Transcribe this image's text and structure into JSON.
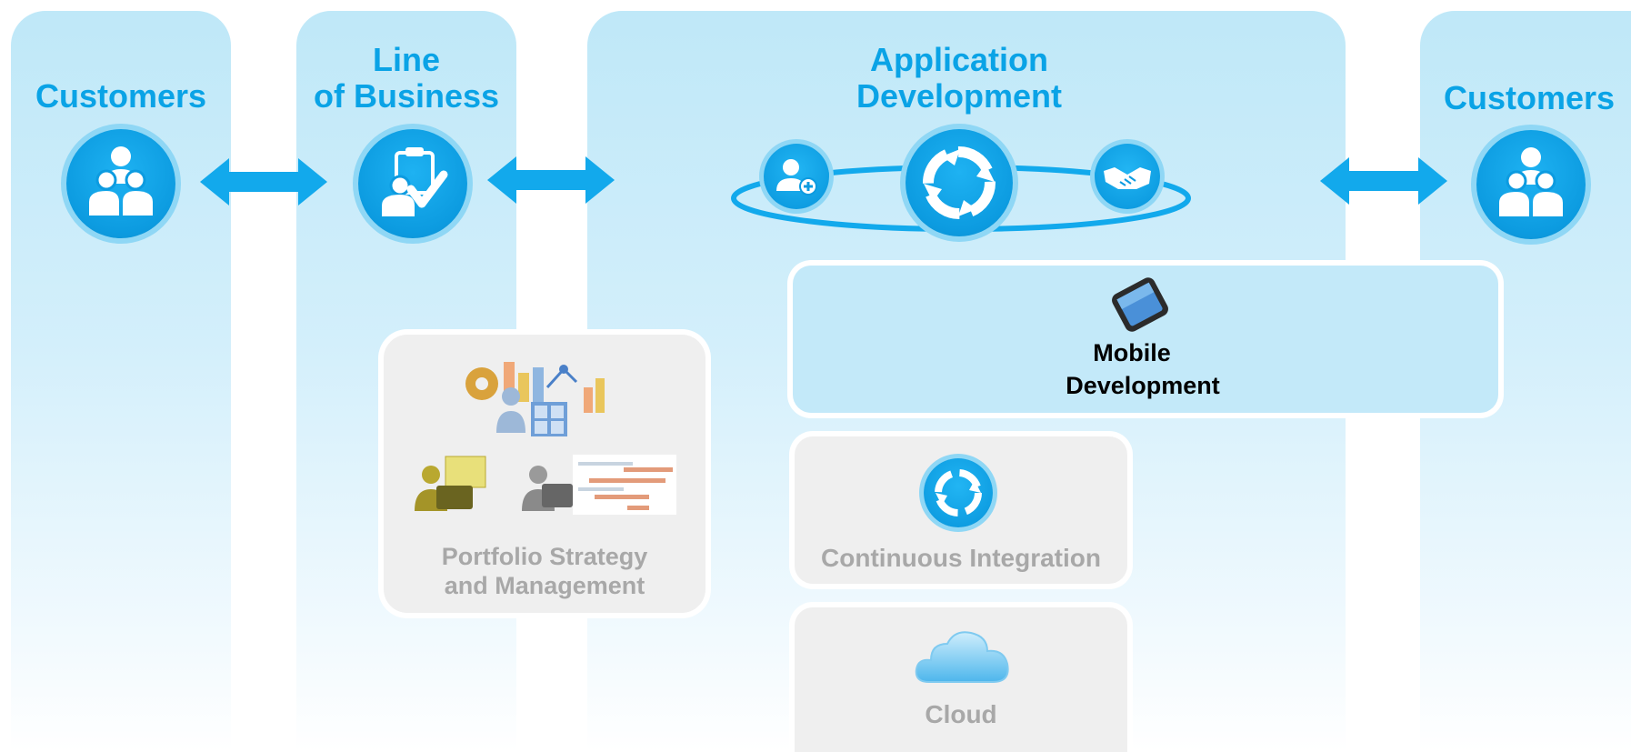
{
  "columns": {
    "customers_left": {
      "title": "Customers"
    },
    "line_of_business": {
      "title_line1": "Line",
      "title_line2": "of Business"
    },
    "app_dev": {
      "title_line1": "Application",
      "title_line2": "Development"
    },
    "customers_right": {
      "title": "Customers"
    }
  },
  "panels": {
    "portfolio": {
      "line1": "Portfolio Strategy",
      "line2": "and Management"
    },
    "mobile": {
      "line1": "Mobile",
      "line2": "Development"
    },
    "ci": {
      "label": "Continuous Integration"
    },
    "cloud": {
      "label": "Cloud"
    }
  },
  "colors": {
    "accent": "#0aa3e6",
    "column_bg": "#bfe8f8",
    "panel_gray": "#efefef",
    "mobile_panel": "#c3e9f9"
  },
  "icons": [
    "people-icon",
    "clipboard-check-icon",
    "cycle-icon",
    "add-user-icon",
    "handshake-icon",
    "double-arrow-icon",
    "phone-icon",
    "cloud-icon",
    "portfolio-charts-icon"
  ]
}
